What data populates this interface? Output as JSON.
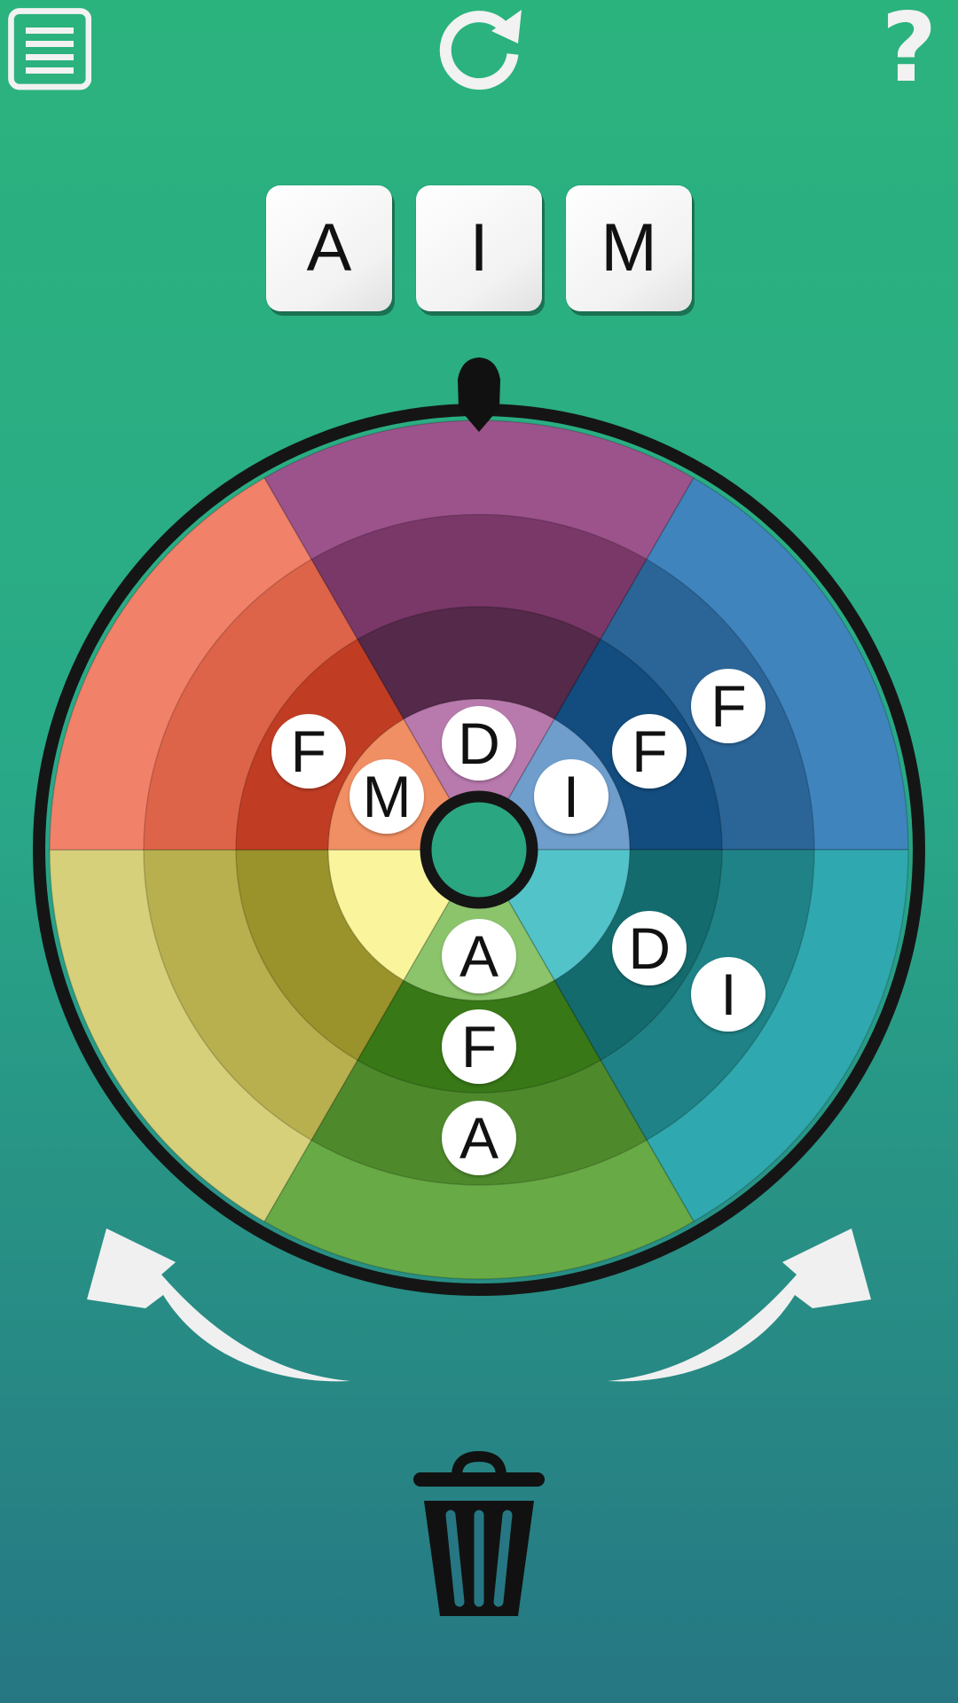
{
  "toolbar": {
    "menu_icon": "menu-icon",
    "refresh_icon": "refresh-icon",
    "help_icon": "help-icon",
    "help_label": "?"
  },
  "word": [
    "A",
    "I",
    "M"
  ],
  "wheel": {
    "sectors": [
      {
        "name": "purple",
        "rings": [
          "#b87aad",
          "#54294a",
          "#7a3868",
          "#9c538c"
        ]
      },
      {
        "name": "blue",
        "rings": [
          "#6f9ecc",
          "#134c7e",
          "#2b6598",
          "#3f84bd"
        ]
      },
      {
        "name": "teal",
        "rings": [
          "#53c3ca",
          "#146b6e",
          "#1f8286",
          "#30a8af"
        ]
      },
      {
        "name": "green",
        "rings": [
          "#8bc46b",
          "#387817",
          "#4e8a2c",
          "#68aa45"
        ]
      },
      {
        "name": "yellow",
        "rings": [
          "#faf59c",
          "#9a922a",
          "#b8b04f",
          "#d6d07b"
        ]
      },
      {
        "name": "red",
        "rings": [
          "#f08f63",
          "#c03d24",
          "#dd6449",
          "#f2816a"
        ]
      }
    ],
    "tokens": [
      {
        "letter": "D",
        "sector": 0,
        "ring": 0
      },
      {
        "letter": "I",
        "sector": 1,
        "ring": 0
      },
      {
        "letter": "F",
        "sector": 1,
        "ring": 1
      },
      {
        "letter": "F",
        "sector": 1,
        "ring": 2
      },
      {
        "letter": "D",
        "sector": 2,
        "ring": 1
      },
      {
        "letter": "I",
        "sector": 2,
        "ring": 2
      },
      {
        "letter": "A",
        "sector": 3,
        "ring": 0
      },
      {
        "letter": "F",
        "sector": 3,
        "ring": 1
      },
      {
        "letter": "A",
        "sector": 3,
        "ring": 2
      },
      {
        "letter": "M",
        "sector": 5,
        "ring": 0
      },
      {
        "letter": "F",
        "sector": 5,
        "ring": 1
      }
    ]
  },
  "controls": {
    "rotate_left_icon": "rotate-left-arrow-icon",
    "rotate_right_icon": "rotate-right-arrow-icon",
    "trash_icon": "trash-icon"
  }
}
